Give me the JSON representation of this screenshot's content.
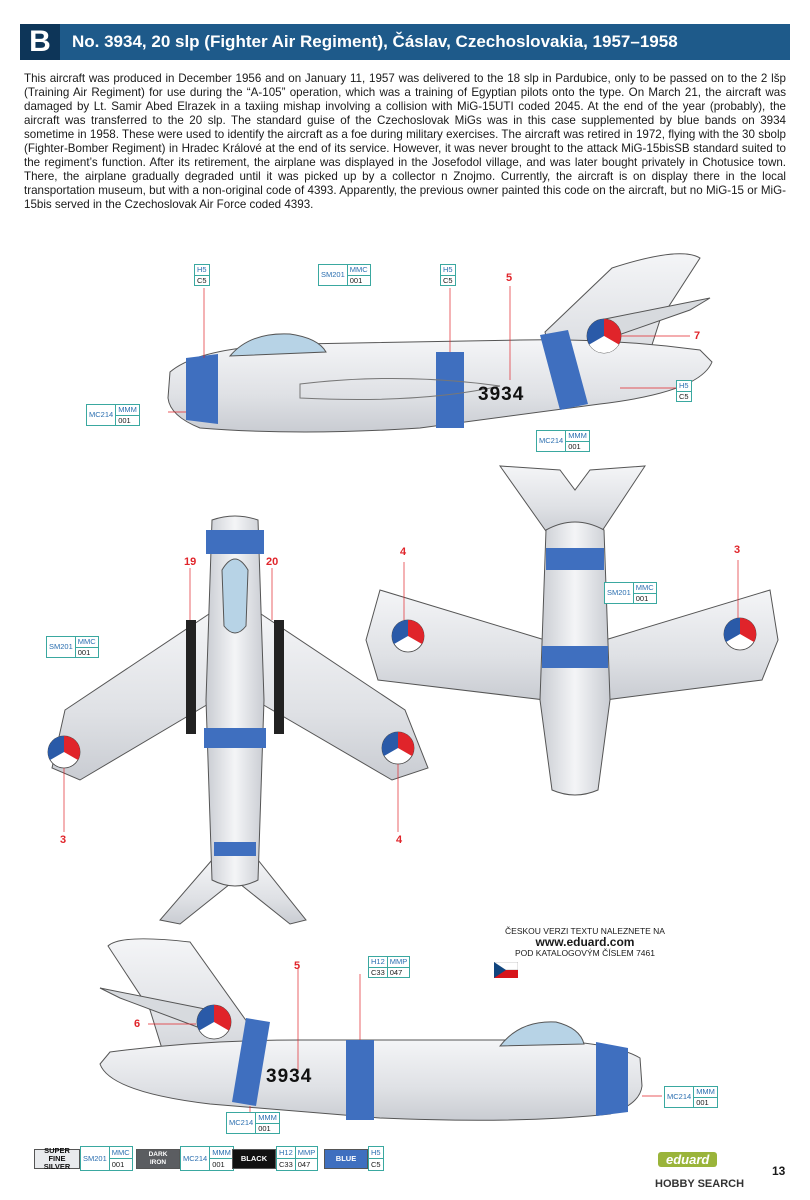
{
  "header": {
    "badge": "B",
    "title": "No. 3934, 20 slp (Fighter Air Regiment), Čáslav, Czechoslovakia, 1957–1958"
  },
  "description": "This aircraft was produced in December 1956 and on January 11, 1957 was delivered to the 18 slp in Pardubice, only to be passed on to the 2 lšp (Training Air Regiment) for use during the “A-105” operation, which was a training of Egyptian pilots onto the type. On March 21, the aircraft was damaged by Lt. Samir Abed Elrazek in a taxiing mishap involving a collision with MiG-15UTI coded 2045. At the end of the year (probably), the aircraft was transferred to the 20 slp. The standard guise of the Czechoslovak MiGs was in this case supplemented by blue bands on 3934 sometime in 1958. These were used to identify the aircraft as a foe during military exercises. The aircraft was retired in 1972, flying with the 30 sbolp (Fighter-Bomber Regiment) in Hradec Králové at the end of its service. However, it was never brought to the attack MiG-15bisSB standard suited to the regiment’s function. After its retirement, the airplane was displayed in the Josefodol village, and was later bought privately in Chotusice town. There, the airplane gradually degraded until it was picked up by a collector n Znojmo. Currently, the aircraft is on display there in the local transportation museum, but with a non-original code of 4393. Apparently, the previous owner painted this code on the aircraft, but no MiG-15 or MiG-15bis served in the Czechoslovak Air Force coded 4393.",
  "colors": {
    "header_bg": "#1e5a8a",
    "badge_bg": "#0d3558",
    "band_blue": "#3f6fbf",
    "silver": "#e4e6ea",
    "callout_red": "#e0242a",
    "callout_border": "#3aa8a0"
  },
  "codes": {
    "h5": "H5",
    "c5": "C5",
    "sm201": "SM201",
    "mmc": "MMC",
    "n001": "001",
    "mc214": "MC214",
    "mmm": "MMM",
    "h12": "H12",
    "mmp": "MMP",
    "c33": "C33",
    "n047": "047"
  },
  "markers": {
    "n3": "3",
    "n4": "4",
    "n5": "5",
    "n6": "6",
    "n7": "7",
    "n19": "19",
    "n20": "20"
  },
  "registration": {
    "side_top": "3934",
    "side_bottom": "3934"
  },
  "czech_info": {
    "line1": "ČESKOU VERZI TEXTU NALEZNETE NA",
    "web": "www.eduard.com",
    "line3": "POD KATALOGOVÝM ČÍSLEM 7461"
  },
  "legend": {
    "super_fine_silver": "SUPER FINE SILVER",
    "dark_iron": "DARK IRON",
    "black": "BLACK",
    "blue": "BLUE"
  },
  "footer": {
    "brand": "eduard",
    "page": "13",
    "watermark": "HOBBY SEARCH"
  }
}
